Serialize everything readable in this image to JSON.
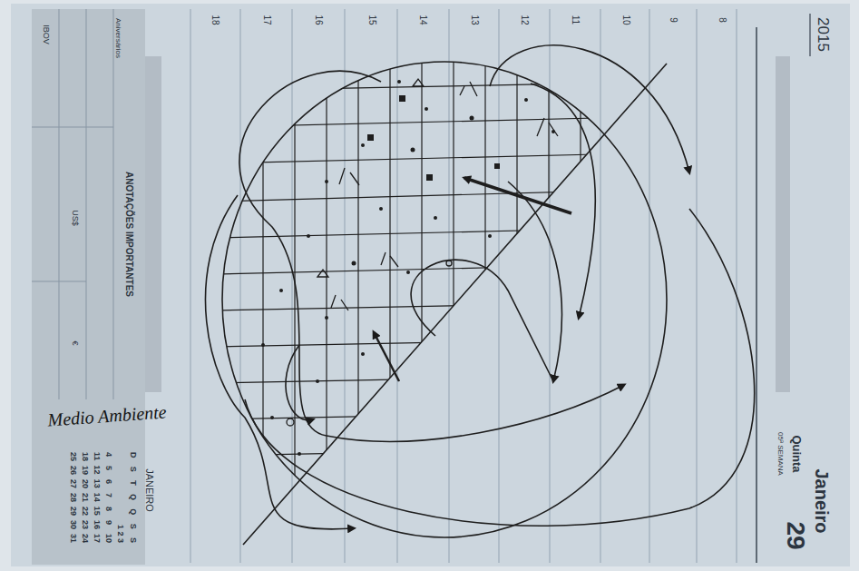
{
  "diagram": {
    "labels": [
      "2015",
      "Janeiro",
      "Quinta",
      "29",
      "05ª SEMANA",
      "8",
      "9",
      "10",
      "11",
      "12",
      "13",
      "14",
      "15",
      "16",
      "17",
      "18",
      "ANOTAÇÕES IMPORTANTES",
      "Aniversários",
      "IBOV",
      "US$",
      "€",
      "JANEIRO",
      "D S T Q Q S S",
      "1 2 3",
      "4 5 6 7 8 9 10",
      "11 12 13 14 15 16 17",
      "18 19 20 21 22 23 24",
      "25 26 27 28 29 30 31",
      "Medio Ambiente"
    ]
  }
}
